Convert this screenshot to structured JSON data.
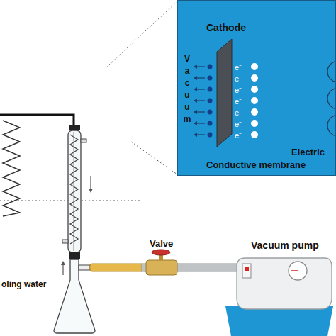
{
  "diagram": {
    "nodes": [
      {
        "text": [
          "Cathode",
          "Vacuum",
          "e⁻",
          "e⁻",
          "e⁻",
          "e⁻",
          "e⁻",
          "e⁻",
          "e⁻",
          "Electric",
          "Conductive membrane"
        ]
      }
    ],
    "labels": [
      "oling water",
      "Valve",
      "Vacuum pump"
    ]
  }
}
